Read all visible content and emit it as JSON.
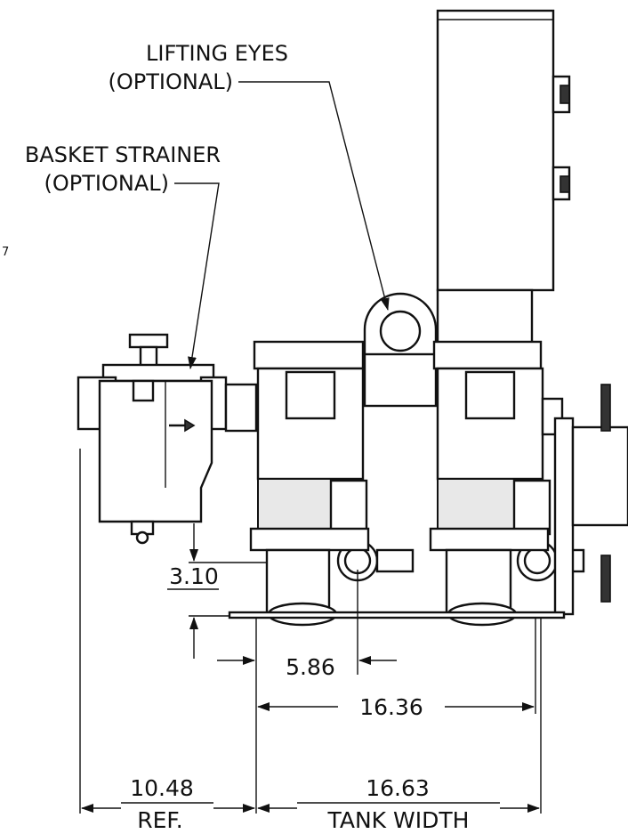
{
  "callouts": {
    "lifting_eyes": "LIFTING EYES",
    "lifting_eyes_opt": "(OPTIONAL)",
    "basket_strainer": "BASKET STRAINER",
    "basket_strainer_opt": "(OPTIONAL)"
  },
  "dimensions": {
    "height_base": "3.10",
    "offset": "5.86",
    "span": "16.36",
    "ref": "10.48",
    "ref_label": "REF.",
    "tank": "16.63",
    "tank_label": "TANK WIDTH"
  },
  "stray_mark": "7"
}
